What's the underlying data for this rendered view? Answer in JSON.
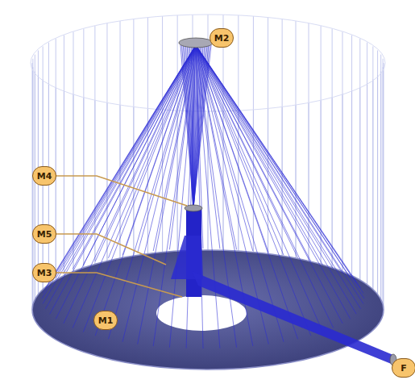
{
  "diagram": {
    "labels": [
      "M2",
      "M4",
      "M5",
      "M3",
      "M1",
      "F"
    ]
  }
}
